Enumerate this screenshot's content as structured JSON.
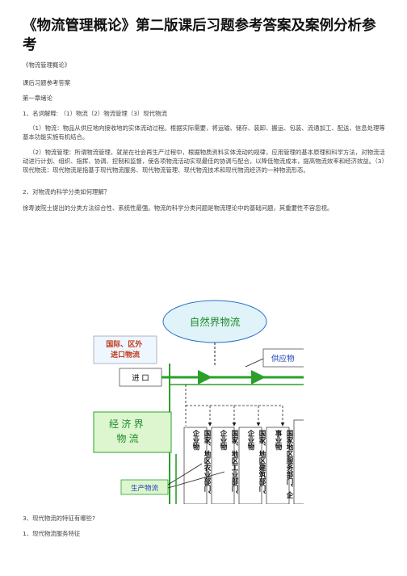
{
  "doc": {
    "title": "《物流管理概论》第二版课后习题参考答案及案例分析参考",
    "subtitle": "《物流管理概论》",
    "answers_heading": "课后习题参考答案",
    "chapter": "第一章绪论",
    "q1": "1、名词解释: （1）物流（2）物流管理（3）现代物流",
    "a1_1": "（1）物流：物品从供应地向接收地的实体流动过程。根据实际需要，将运输、储存、装卸、搬运、包装、流通加工、配送、信息处理等基本功能实施有机结合。",
    "a1_2": "（2）物流管理：所谓物流管理，就是在社会再生产过程中，根据物质资料实体流动的规律，应用管理的基本原理和科学方法，对物流活动进行计划、组织、指挥、协调、控制和监督，使各项物流活动实现最佳的协调与配合，以降低物流成本，提高物流效率和经济效益。（3）现代物流：现代物流是指基于现代物流服务、现代物流管理、现代物流技术和现代物流经济的一种物流形态。",
    "q2": "2、对物流的科学分类如何理解？",
    "a2": "徐寿波院士提出的分类方法综合性、系统性最强。物流的科学分类问题是物流理论中的基础问题，其重要性不容忽视。",
    "q3": "3、现代物流的特征有哪些?",
    "q3_1": "1、现代物流服务特征"
  },
  "figure": {
    "natural": "自然界物流",
    "intl": "国际、区外\n进口物流",
    "import": "进  口",
    "supply": "供应物",
    "economy": "经 济 界\n物    流",
    "production": "生产物流",
    "columns": [
      "国家、地区农业部门、企业物",
      "国家、地区工业部门、企业物",
      "国家、地区建筑部门、企业物",
      "国家地区服务部门、企事业物"
    ]
  },
  "colors": {
    "green": "#2aa02a",
    "blue_text": "#1a3fb0",
    "natural_fill": "#dff3f8",
    "economy_fill": "#ddf6cf"
  }
}
